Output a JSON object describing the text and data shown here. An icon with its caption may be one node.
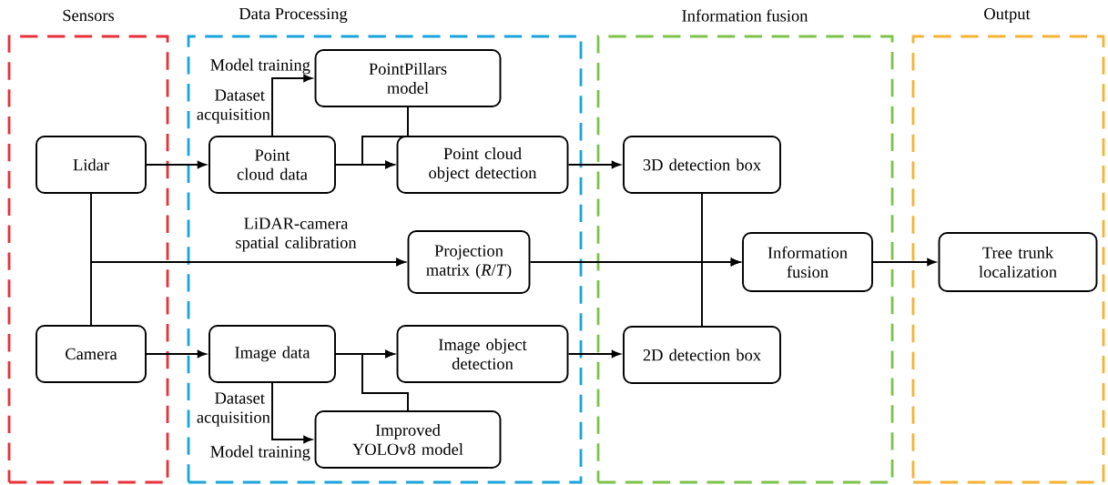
{
  "diagram": {
    "nodes": [
      {
        "text": [
          "Sensors"
        ]
      },
      {
        "text": [
          "Data Processing"
        ]
      },
      {
        "text": [
          "Information fusion"
        ]
      },
      {
        "text": [
          "Output"
        ]
      },
      {
        "text": [
          "Lidar"
        ],
        "in": 0
      },
      {
        "text": [
          "Camera"
        ],
        "in": 0
      },
      {
        "text": [
          "Point cloud data"
        ],
        "in": 1
      },
      {
        "text": [
          "PointPillars model"
        ],
        "in": 1
      },
      {
        "text": [
          "Point cloud object detection"
        ],
        "in": 1
      },
      {
        "text": [
          "Projection matrix (*R*/*T*)"
        ],
        "in": 1
      },
      {
        "text": [
          "Image data"
        ],
        "in": 1
      },
      {
        "text": [
          "Image object detection"
        ],
        "in": 1
      },
      {
        "text": [
          "Improved YOLOv8 model"
        ],
        "in": 1
      },
      {
        "text": [
          "3D detection box"
        ],
        "in": 2
      },
      {
        "text": [
          "2D detection box"
        ],
        "in": 2
      },
      {
        "text": [
          "Information fusion"
        ],
        "in": 2
      },
      {
        "text": [
          "Tree trunk localization"
        ],
        "in": 3
      }
    ],
    "edges": [
      {
        "from": 4,
        "to": 6,
        "arrow": "to"
      },
      {
        "from": 5,
        "to": 10,
        "arrow": "to"
      },
      {
        "from": 6,
        "to": 7,
        "arrow": "to"
      },
      {
        "from": 6,
        "to": 8,
        "arrow": "to"
      },
      {
        "from": 7,
        "to": 8,
        "arrow": "to"
      },
      {
        "from": 8,
        "to": 13,
        "arrow": "to"
      },
      {
        "from": 4,
        "to": 9,
        "arrow": "to",
        "label": "LiDAR-camera spatial calibration"
      },
      {
        "from": 5,
        "to": 9,
        "arrow": "to"
      },
      {
        "from": 10,
        "to": 11,
        "arrow": "to"
      },
      {
        "from": 10,
        "to": 12,
        "arrow": "to"
      },
      {
        "from": 12,
        "to": 11,
        "arrow": "to"
      },
      {
        "from": 11,
        "to": 14,
        "arrow": "to"
      },
      {
        "from": 9,
        "to": 15,
        "arrow": "to"
      },
      {
        "from": 13,
        "to": 15,
        "arrow": "to"
      },
      {
        "from": 14,
        "to": 15,
        "arrow": "to"
      },
      {
        "from": 15,
        "to": 16,
        "arrow": "to"
      }
    ],
    "labels": [
      "Model training",
      "Dataset acquisition",
      "Dataset acquisition",
      "Model training"
    ]
  }
}
